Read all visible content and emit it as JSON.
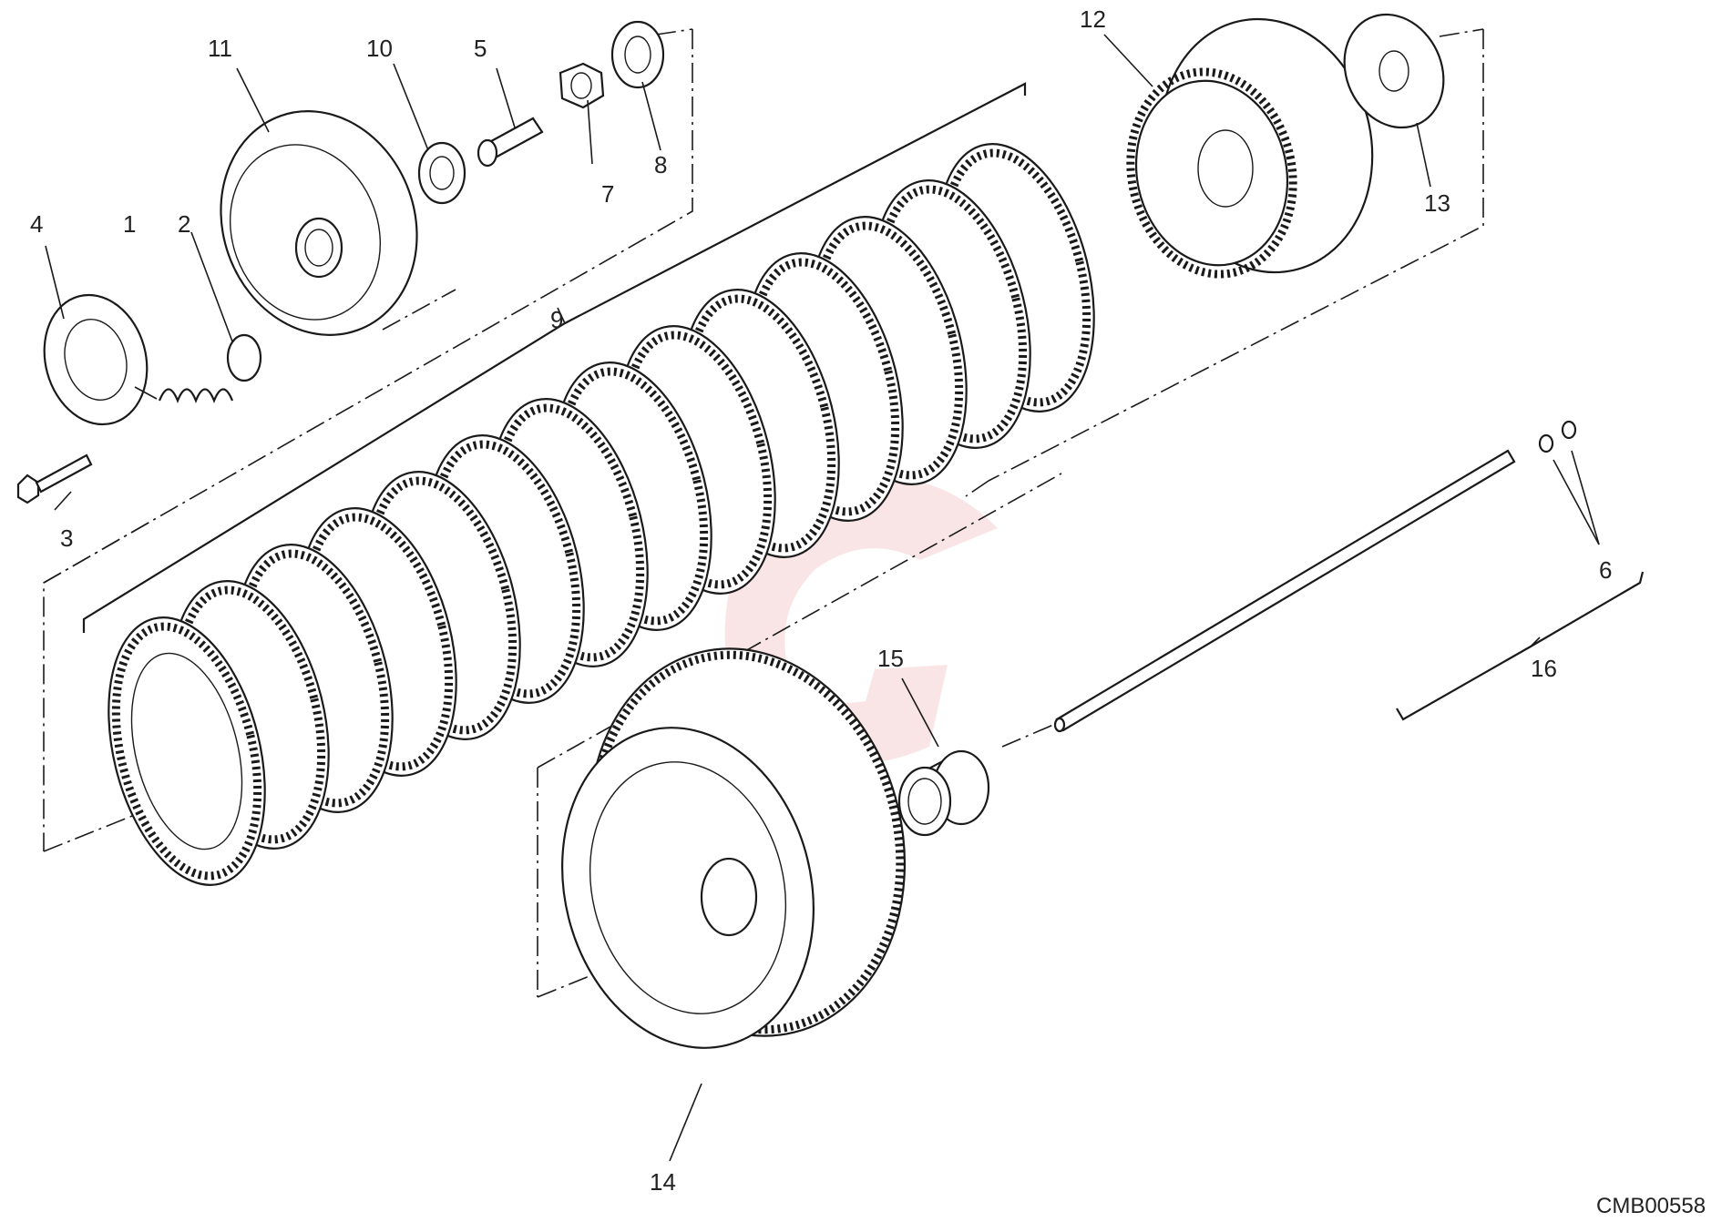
{
  "diagram_code": "CMB00558",
  "callouts": [
    "1",
    "2",
    "3",
    "4",
    "5",
    "6",
    "7",
    "8",
    "9",
    "10",
    "11",
    "12",
    "13",
    "14",
    "15",
    "16"
  ],
  "watermark": {
    "color": "#e8a0a0"
  }
}
